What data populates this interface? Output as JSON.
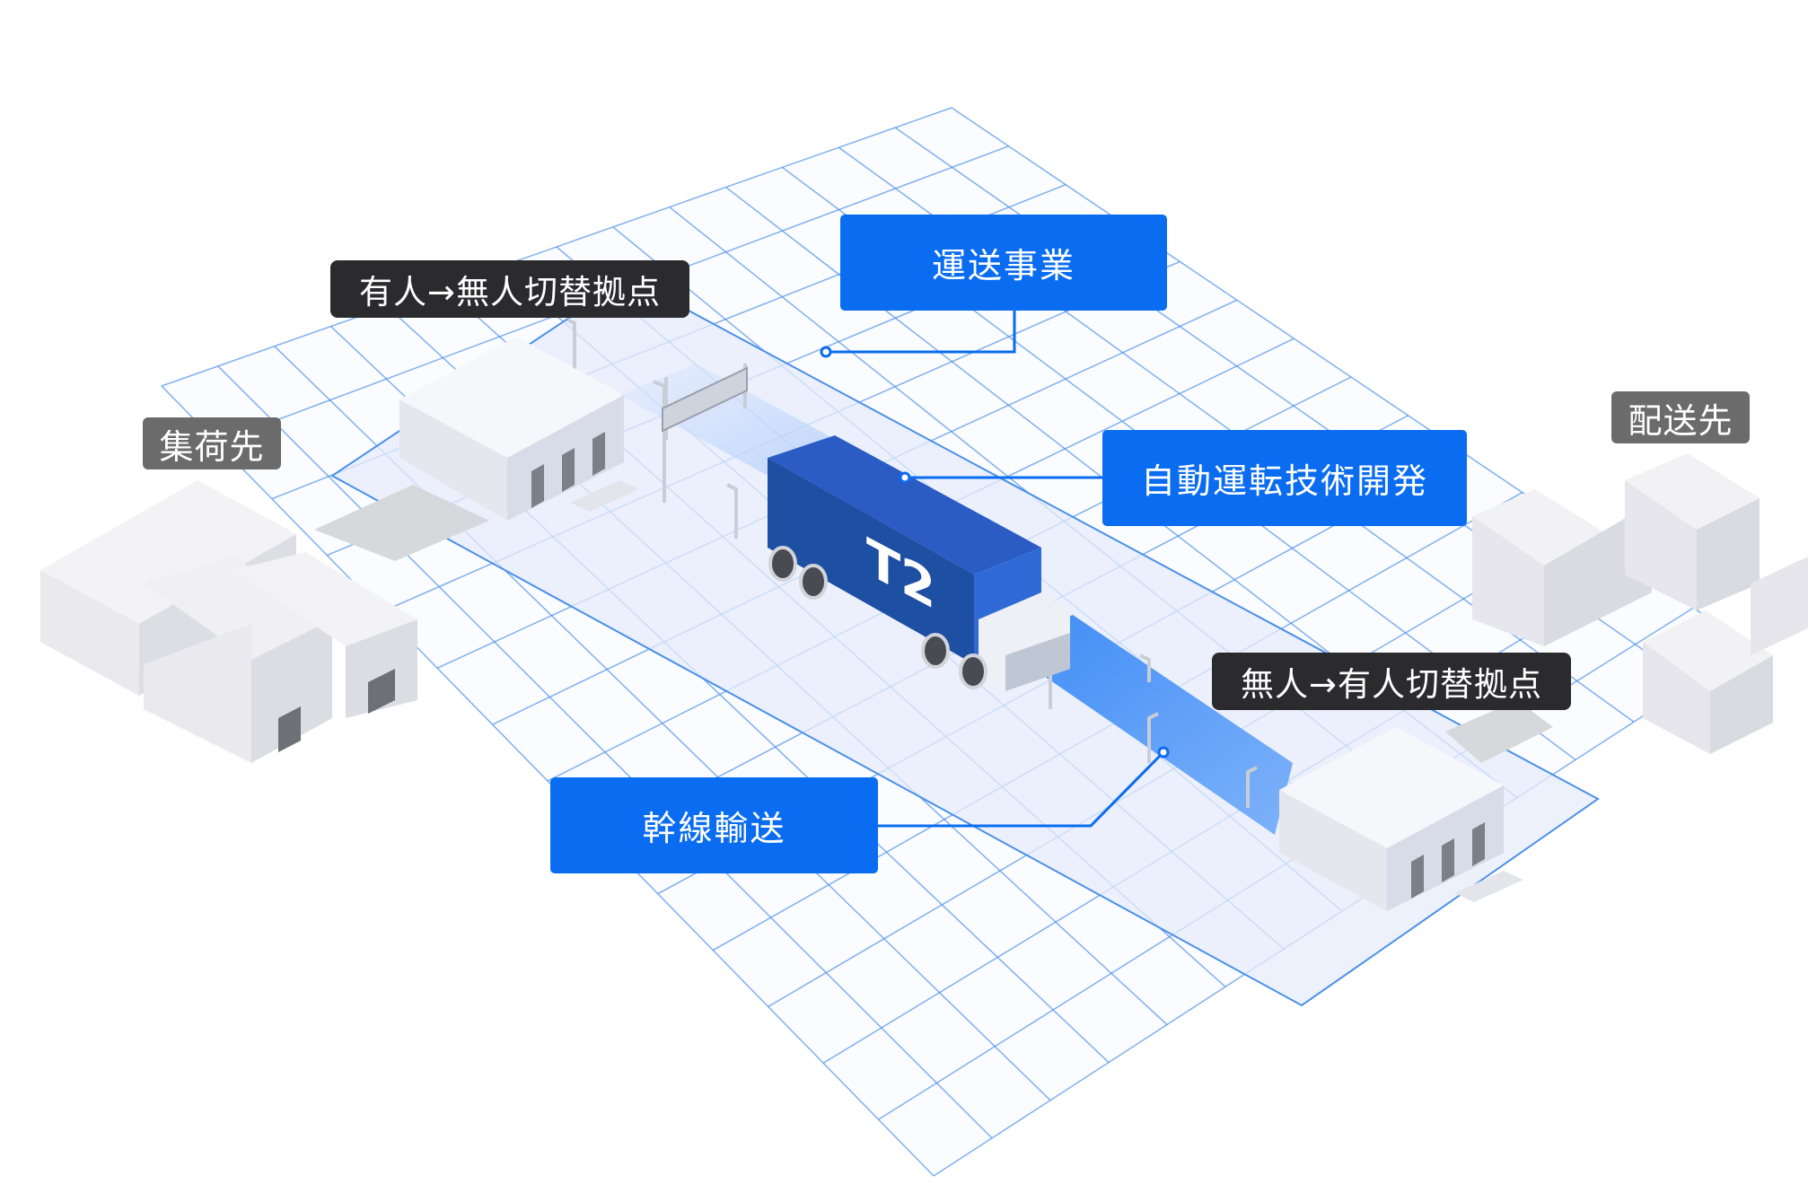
{
  "labels": {
    "transport_business": "運送事業",
    "manned_to_unmanned": "有人→無人切替拠点",
    "autonomous_driving_dev": "自動運転技術開発",
    "pickup": "集荷先",
    "delivery": "配送先",
    "unmanned_to_manned": "無人→有人切替拠点",
    "trunk_transport": "幹線輸送"
  },
  "truck": {
    "logo": "T2"
  },
  "colors": {
    "accent_blue": "#0a6cf0",
    "truck_blue": "#1d4fa3",
    "grid_line": "#4a90e8",
    "zone_fill": "#e8eefc",
    "dark_label": "#2b2b2d",
    "gray_label": "#6b6b6b",
    "building": "#eeeef2"
  }
}
